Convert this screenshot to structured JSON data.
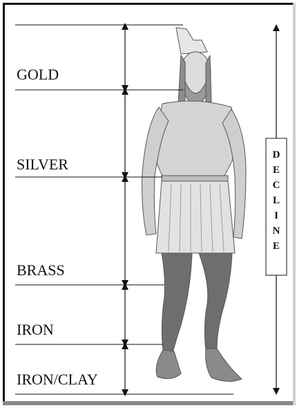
{
  "diagram": {
    "sections": [
      {
        "label": "GOLD"
      },
      {
        "label": "SILVER"
      },
      {
        "label": "BRASS"
      },
      {
        "label": "IRON"
      },
      {
        "label": "IRON/CLAY"
      }
    ],
    "side_label": "DECLINE",
    "image": "statue-figure"
  }
}
